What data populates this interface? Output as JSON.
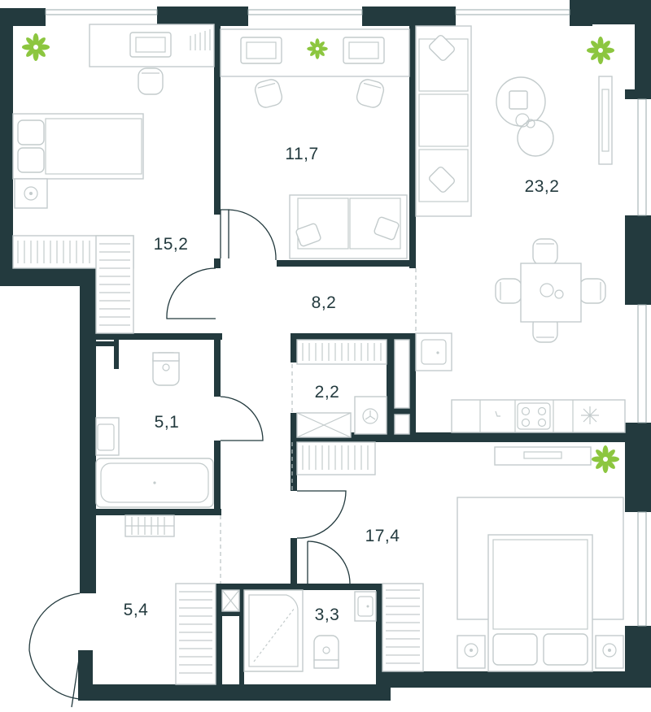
{
  "rooms": [
    {
      "id": "bedroom-left",
      "area": "15,2"
    },
    {
      "id": "study",
      "area": "11,7"
    },
    {
      "id": "living-kitchen",
      "area": "23,2"
    },
    {
      "id": "hall",
      "area": "8,2"
    },
    {
      "id": "bathroom",
      "area": "5,1"
    },
    {
      "id": "wardrobe",
      "area": "2,2"
    },
    {
      "id": "master-bedroom",
      "area": "17,4"
    },
    {
      "id": "entrance",
      "area": "5,4"
    },
    {
      "id": "shower-room",
      "area": "3,3"
    }
  ],
  "colors": {
    "wall": "#233a3e",
    "furniture": "#c3cbcc",
    "plant": "#8cc63f",
    "background": "#ffffff"
  }
}
